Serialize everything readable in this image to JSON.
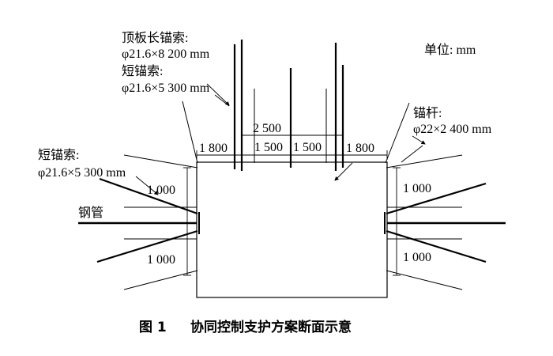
{
  "labels": {
    "roof_anchor_title": "顶板长锚索:",
    "roof_anchor_spec": "φ21.6×8 200 mm",
    "short_anchor_top_title": "短锚索:",
    "short_anchor_top_spec": "φ21.6×5 300 mm",
    "unit": "单位:  mm",
    "bolt_title": "锚杆:",
    "bolt_spec": "φ22×2 400 mm",
    "short_anchor_left_title": "短锚索:",
    "short_anchor_left_spec": "φ21.6×5 300 mm",
    "steel_pipe": "钢管"
  },
  "dimensions": {
    "top_left_1800": "1 800",
    "top_2500": "2 500",
    "top_1500_left": "1 500",
    "top_1500_right": "1 500",
    "top_right_1800": "1 800",
    "left_upper_1000": "1 000",
    "left_lower_1000": "1 000",
    "right_upper_1000": "1 000",
    "right_lower_1000": "1 000"
  },
  "caption": {
    "figure_no": "图 1",
    "title": "协同控制支护方案断面示意"
  }
}
